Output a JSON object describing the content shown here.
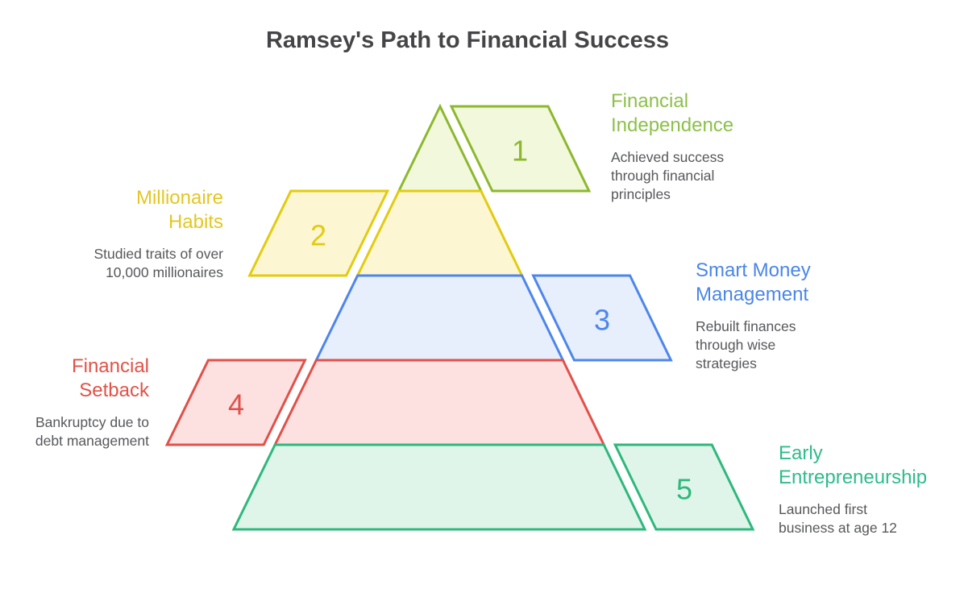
{
  "title": "Ramsey's Path to Financial Success",
  "theme": {
    "background": "#ffffff",
    "title_color": "#454547",
    "body_text_color": "#57585b"
  },
  "pyramid": {
    "stages": [
      {
        "number": "1",
        "side": "right",
        "label": "Financial\nIndependence",
        "description": "Achieved success\nthrough financial\nprinciples",
        "stroke": "#8cb82e",
        "fill": "#f1f8dc",
        "label_color": "#8dc04a"
      },
      {
        "number": "2",
        "side": "left",
        "label": "Millionaire\nHabits",
        "description": "Studied traits of over\n10,000 millionaires",
        "stroke": "#e3cb0f",
        "fill": "#fcf6d3",
        "label_color": "#e3c722"
      },
      {
        "number": "3",
        "side": "right",
        "label": "Smart Money\nManagement",
        "description": "Rebuilt finances\nthrough wise\nstrategies",
        "stroke": "#4d86eb",
        "fill": "#e7eefc",
        "label_color": "#4a86e8"
      },
      {
        "number": "4",
        "side": "left",
        "label": "Financial\nSetback",
        "description": "Bankruptcy due to\ndebt management",
        "stroke": "#e2504a",
        "fill": "#fce1e0",
        "label_color": "#e15247"
      },
      {
        "number": "5",
        "side": "right",
        "label": "Early\nEntrepreneurship",
        "description": "Launched first\nbusiness at age 12",
        "stroke": "#2fb87b",
        "fill": "#dff5ea",
        "label_color": "#2ebc8a"
      }
    ]
  }
}
